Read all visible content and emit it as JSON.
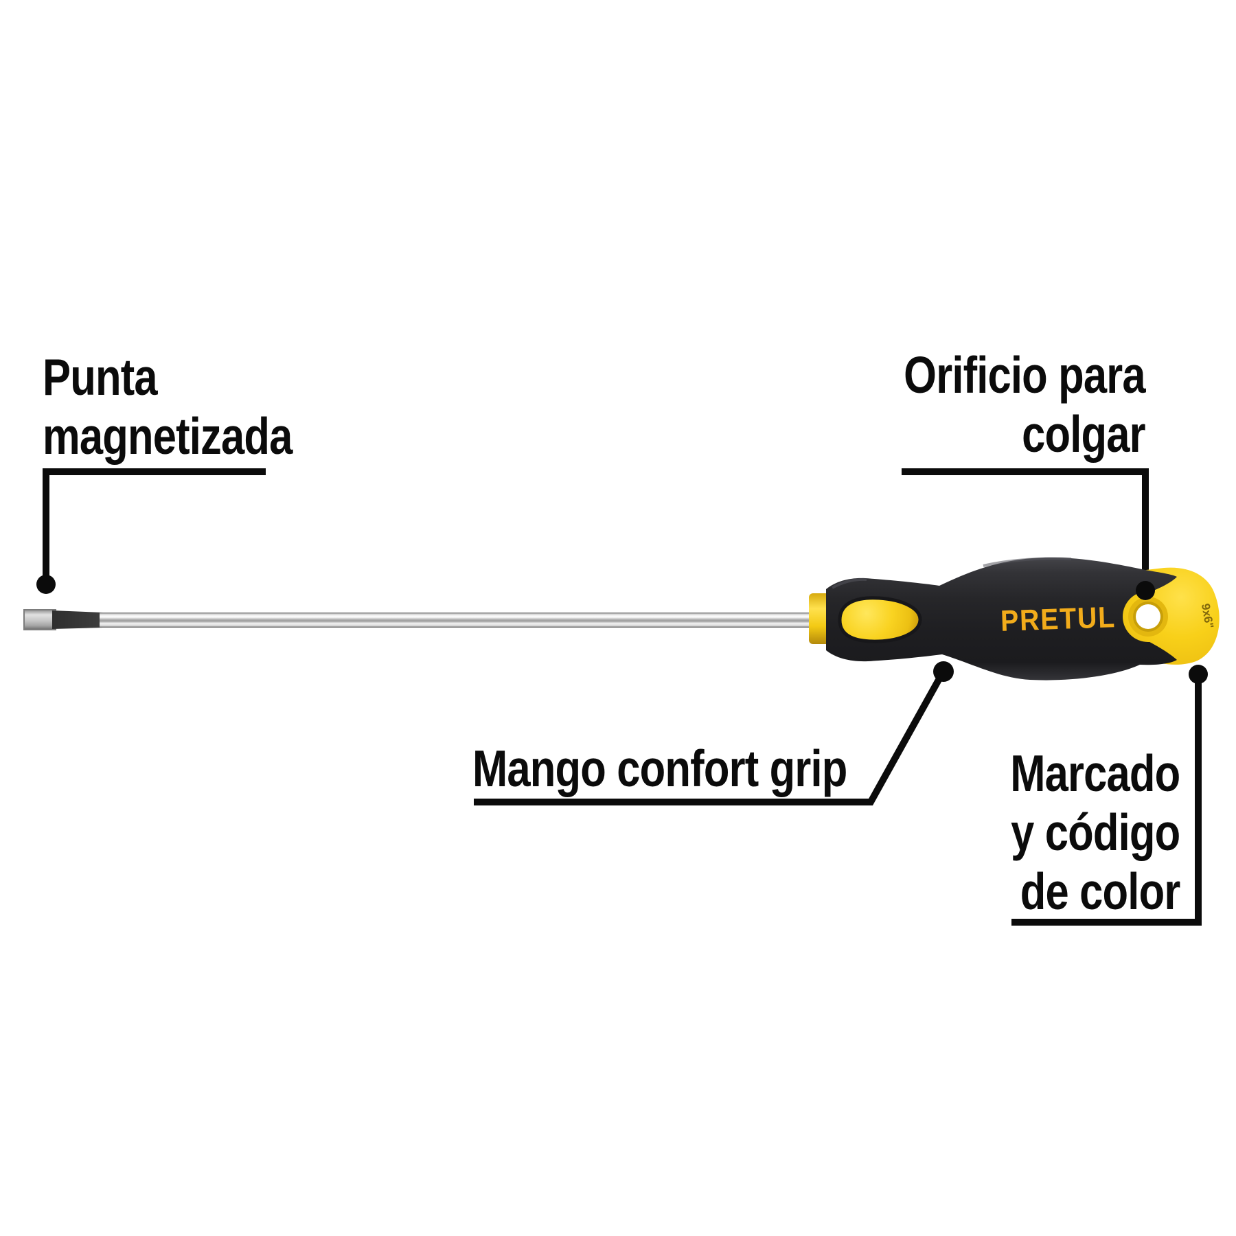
{
  "diagram": {
    "labels": {
      "punta": {
        "lines": [
          "Punta",
          "magnetizada"
        ]
      },
      "orificio": {
        "lines": [
          "Orificio para",
          "colgar"
        ]
      },
      "mango": {
        "lines": [
          "Mango confort grip"
        ]
      },
      "marcado": {
        "lines": [
          "Marcado",
          "y código",
          "de color"
        ]
      }
    },
    "product": {
      "brand": "PRETUL",
      "cap_marking": "9x6\""
    },
    "colors": {
      "background": "#FFFFFF",
      "callout_black": "#0B0B0B",
      "accent_yellow": "#F6CF16",
      "yellow_highlight": "#FFE54A",
      "yellow_shadow": "#C79E08",
      "brand_orange": "#F2AC1B",
      "handle_black": "#232326",
      "metal_gray": "#C9C9C9"
    }
  }
}
